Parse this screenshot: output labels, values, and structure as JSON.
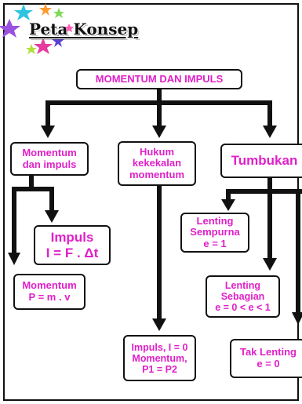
{
  "title": "Peta Konsep",
  "root": {
    "label": "MOMENTUM DAN IMPULS"
  },
  "branch1": {
    "lines": [
      "Momentum",
      "dan impuls"
    ]
  },
  "branch2": {
    "lines": [
      "Hukum",
      "kekekalan",
      "momentum"
    ]
  },
  "branch3": {
    "label": "Tumbukan"
  },
  "impuls": {
    "lines": [
      "Impuls",
      "I = F . Δt"
    ]
  },
  "momentum": {
    "lines": [
      "Momentum",
      "P = m . v"
    ]
  },
  "conservation": {
    "lines": [
      "Impuls, I = 0",
      "Momentum,",
      "P1 = P2"
    ]
  },
  "lenting_sempurna": {
    "lines": [
      "Lenting",
      "Sempurna",
      "e = 1"
    ]
  },
  "lenting_sebagian": {
    "lines": [
      "Lenting",
      "Sebagian",
      "e = 0 < e < 1"
    ]
  },
  "tak_lenting": {
    "lines": [
      "Tak Lenting",
      "e = 0"
    ]
  },
  "colors": {
    "text": "#e020c8",
    "border": "#111111",
    "background": "#ffffff"
  }
}
